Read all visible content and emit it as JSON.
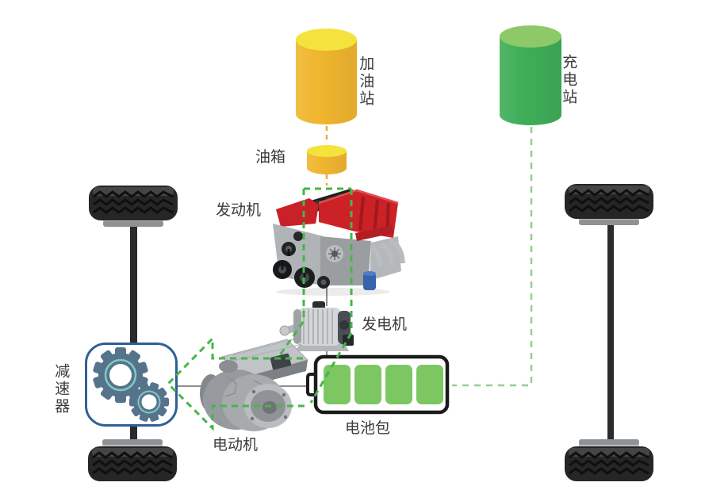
{
  "labels": {
    "gas_station": "加油站",
    "fuel_tank": "油箱",
    "engine": "发动机",
    "generator": "发电机",
    "charging_station": "充电站",
    "battery_pack": "电池包",
    "motor": "电动机",
    "reducer": "减速器"
  },
  "colors": {
    "bg": "#ffffff",
    "text": "#3b3b3b",
    "fuel_body": "#f0b62f",
    "fuel_top": "#f4e33c",
    "charge_body": "#3fae58",
    "charge_top": "#8dc968",
    "battery_green": "#7dc763",
    "dash_green": "#45b649",
    "dash_light_green": "#92cf90",
    "dash_orange": "#f0a843",
    "line_gray": "#8d8d8d",
    "reducer_border": "#2e6096",
    "gear": "#56738c",
    "gear_ring": "#7ecbc0",
    "axle": "#2b2b2b",
    "tire": "#262626"
  }
}
